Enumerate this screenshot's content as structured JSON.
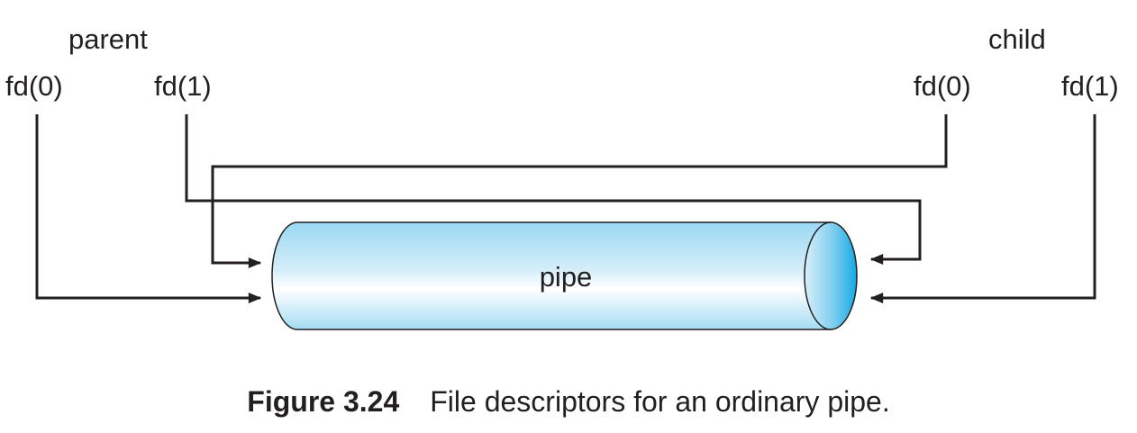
{
  "parent": {
    "label": "parent",
    "fd0": "fd(0)",
    "fd1": "fd(1)"
  },
  "child": {
    "label": "child",
    "fd0": "fd(0)",
    "fd1": "fd(1)"
  },
  "pipe": {
    "label": "pipe",
    "colors": {
      "body_light": "#ffffff",
      "body_mid": "#cfeaf7",
      "body_dark": "#8fd3f1",
      "end_cap": "#1fb1e6"
    }
  },
  "caption": {
    "number": "Figure 3.24",
    "text": "File descriptors for an ordinary pipe."
  }
}
